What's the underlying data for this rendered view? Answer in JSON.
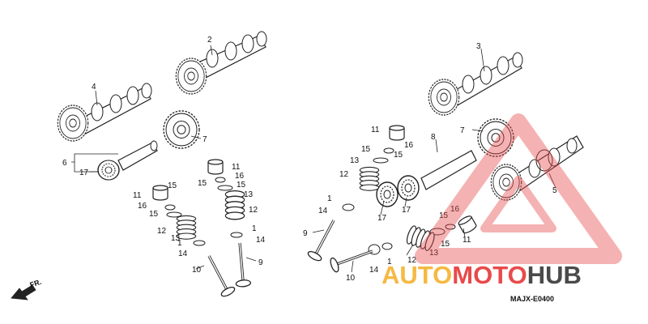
{
  "diagram": {
    "ref_code": "MAJX-E0400",
    "front_indicator": "FR.",
    "part_labels": [
      "1",
      "2",
      "3",
      "4",
      "5",
      "6",
      "7",
      "8",
      "9",
      "10",
      "11",
      "12",
      "13",
      "14",
      "15",
      "16",
      "17"
    ]
  },
  "watermark": {
    "word_a": "AUTO",
    "word_b": "MOTO",
    "word_c": "HUB",
    "color_a": "#f5b942",
    "color_b": "#e84a4a",
    "color_c": "#4a4a4a",
    "triangle_color": "#e84a4a"
  }
}
